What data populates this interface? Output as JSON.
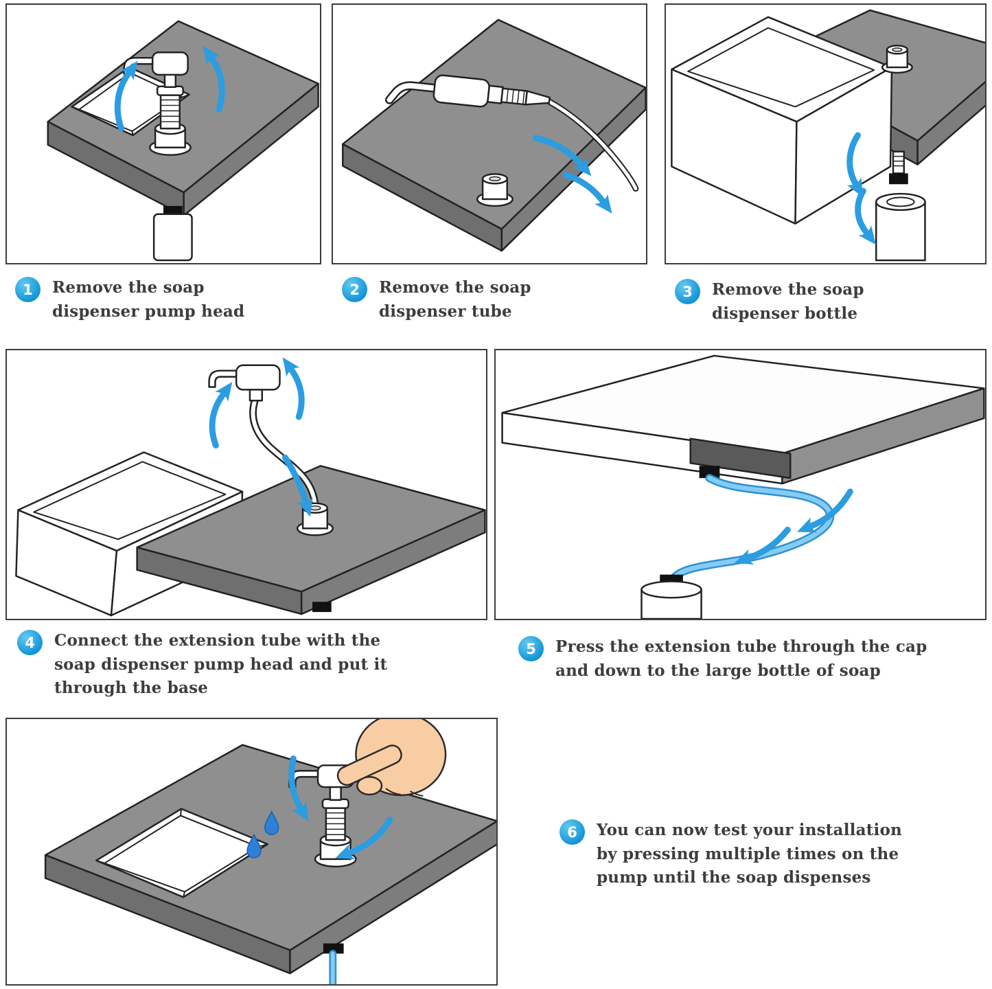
{
  "colors": {
    "arrow_blue": "#2b9de0",
    "tube_blue_light": "#83ccf5",
    "tube_blue_dark": "#2e8fd0",
    "drop_blue": "#2e7fd6",
    "counter_gray": "#8f8f8f",
    "counter_edge_gray": "#6f6f6f",
    "outline": "#222222",
    "skin": "#f9cda4",
    "badge_blue": "#0e92d5",
    "text": "#3d3d3d"
  },
  "icons": {
    "direction_arrow": "curved-blue-arrow",
    "soap_drop": "blue-teardrop",
    "press_hand": "pointing-finger"
  },
  "steps": [
    {
      "number": "1",
      "text": "Remove the soap dispenser pump head"
    },
    {
      "number": "2",
      "text": "Remove the soap dispenser tube"
    },
    {
      "number": "3",
      "text": "Remove the soap dispenser bottle"
    },
    {
      "number": "4",
      "text": "Connect the extension tube with the soap dispenser pump head and put it through the base"
    },
    {
      "number": "5",
      "text": "Press the extension tube through the cap and down to the large bottle of soap"
    },
    {
      "number": "6",
      "text": "You can now test your installation by pressing multiple times on the pump until the soap dispenses"
    }
  ]
}
